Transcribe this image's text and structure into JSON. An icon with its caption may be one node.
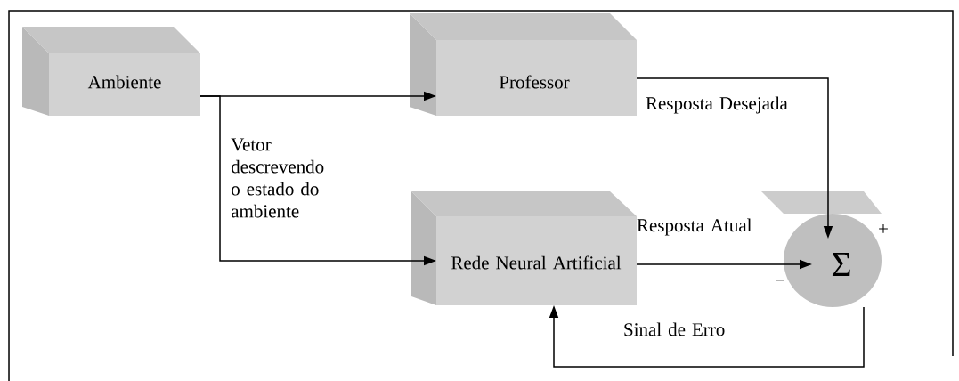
{
  "diagram": {
    "nodes": [
      {
        "text": [
          "Ambiente"
        ]
      },
      {
        "text": [
          "Professor"
        ]
      },
      {
        "text": [
          "Rede Neural Artificial"
        ]
      },
      {
        "text": [
          "Σ"
        ]
      }
    ],
    "edges": [
      {
        "from": 0,
        "to": 1,
        "arrow": "to"
      },
      {
        "from": 0,
        "to": 2,
        "arrow": "to",
        "label": "Vetor descrevendo o estado do ambiente"
      },
      {
        "from": 1,
        "to": 3,
        "arrow": "to",
        "label": "Resposta Desejada"
      },
      {
        "from": 2,
        "to": 3,
        "arrow": "to",
        "label": "Resposta Atual"
      },
      {
        "from": 3,
        "to": 2,
        "arrow": "to",
        "label": "Sinal de Erro"
      }
    ],
    "labels": [
      "+",
      "−"
    ]
  }
}
